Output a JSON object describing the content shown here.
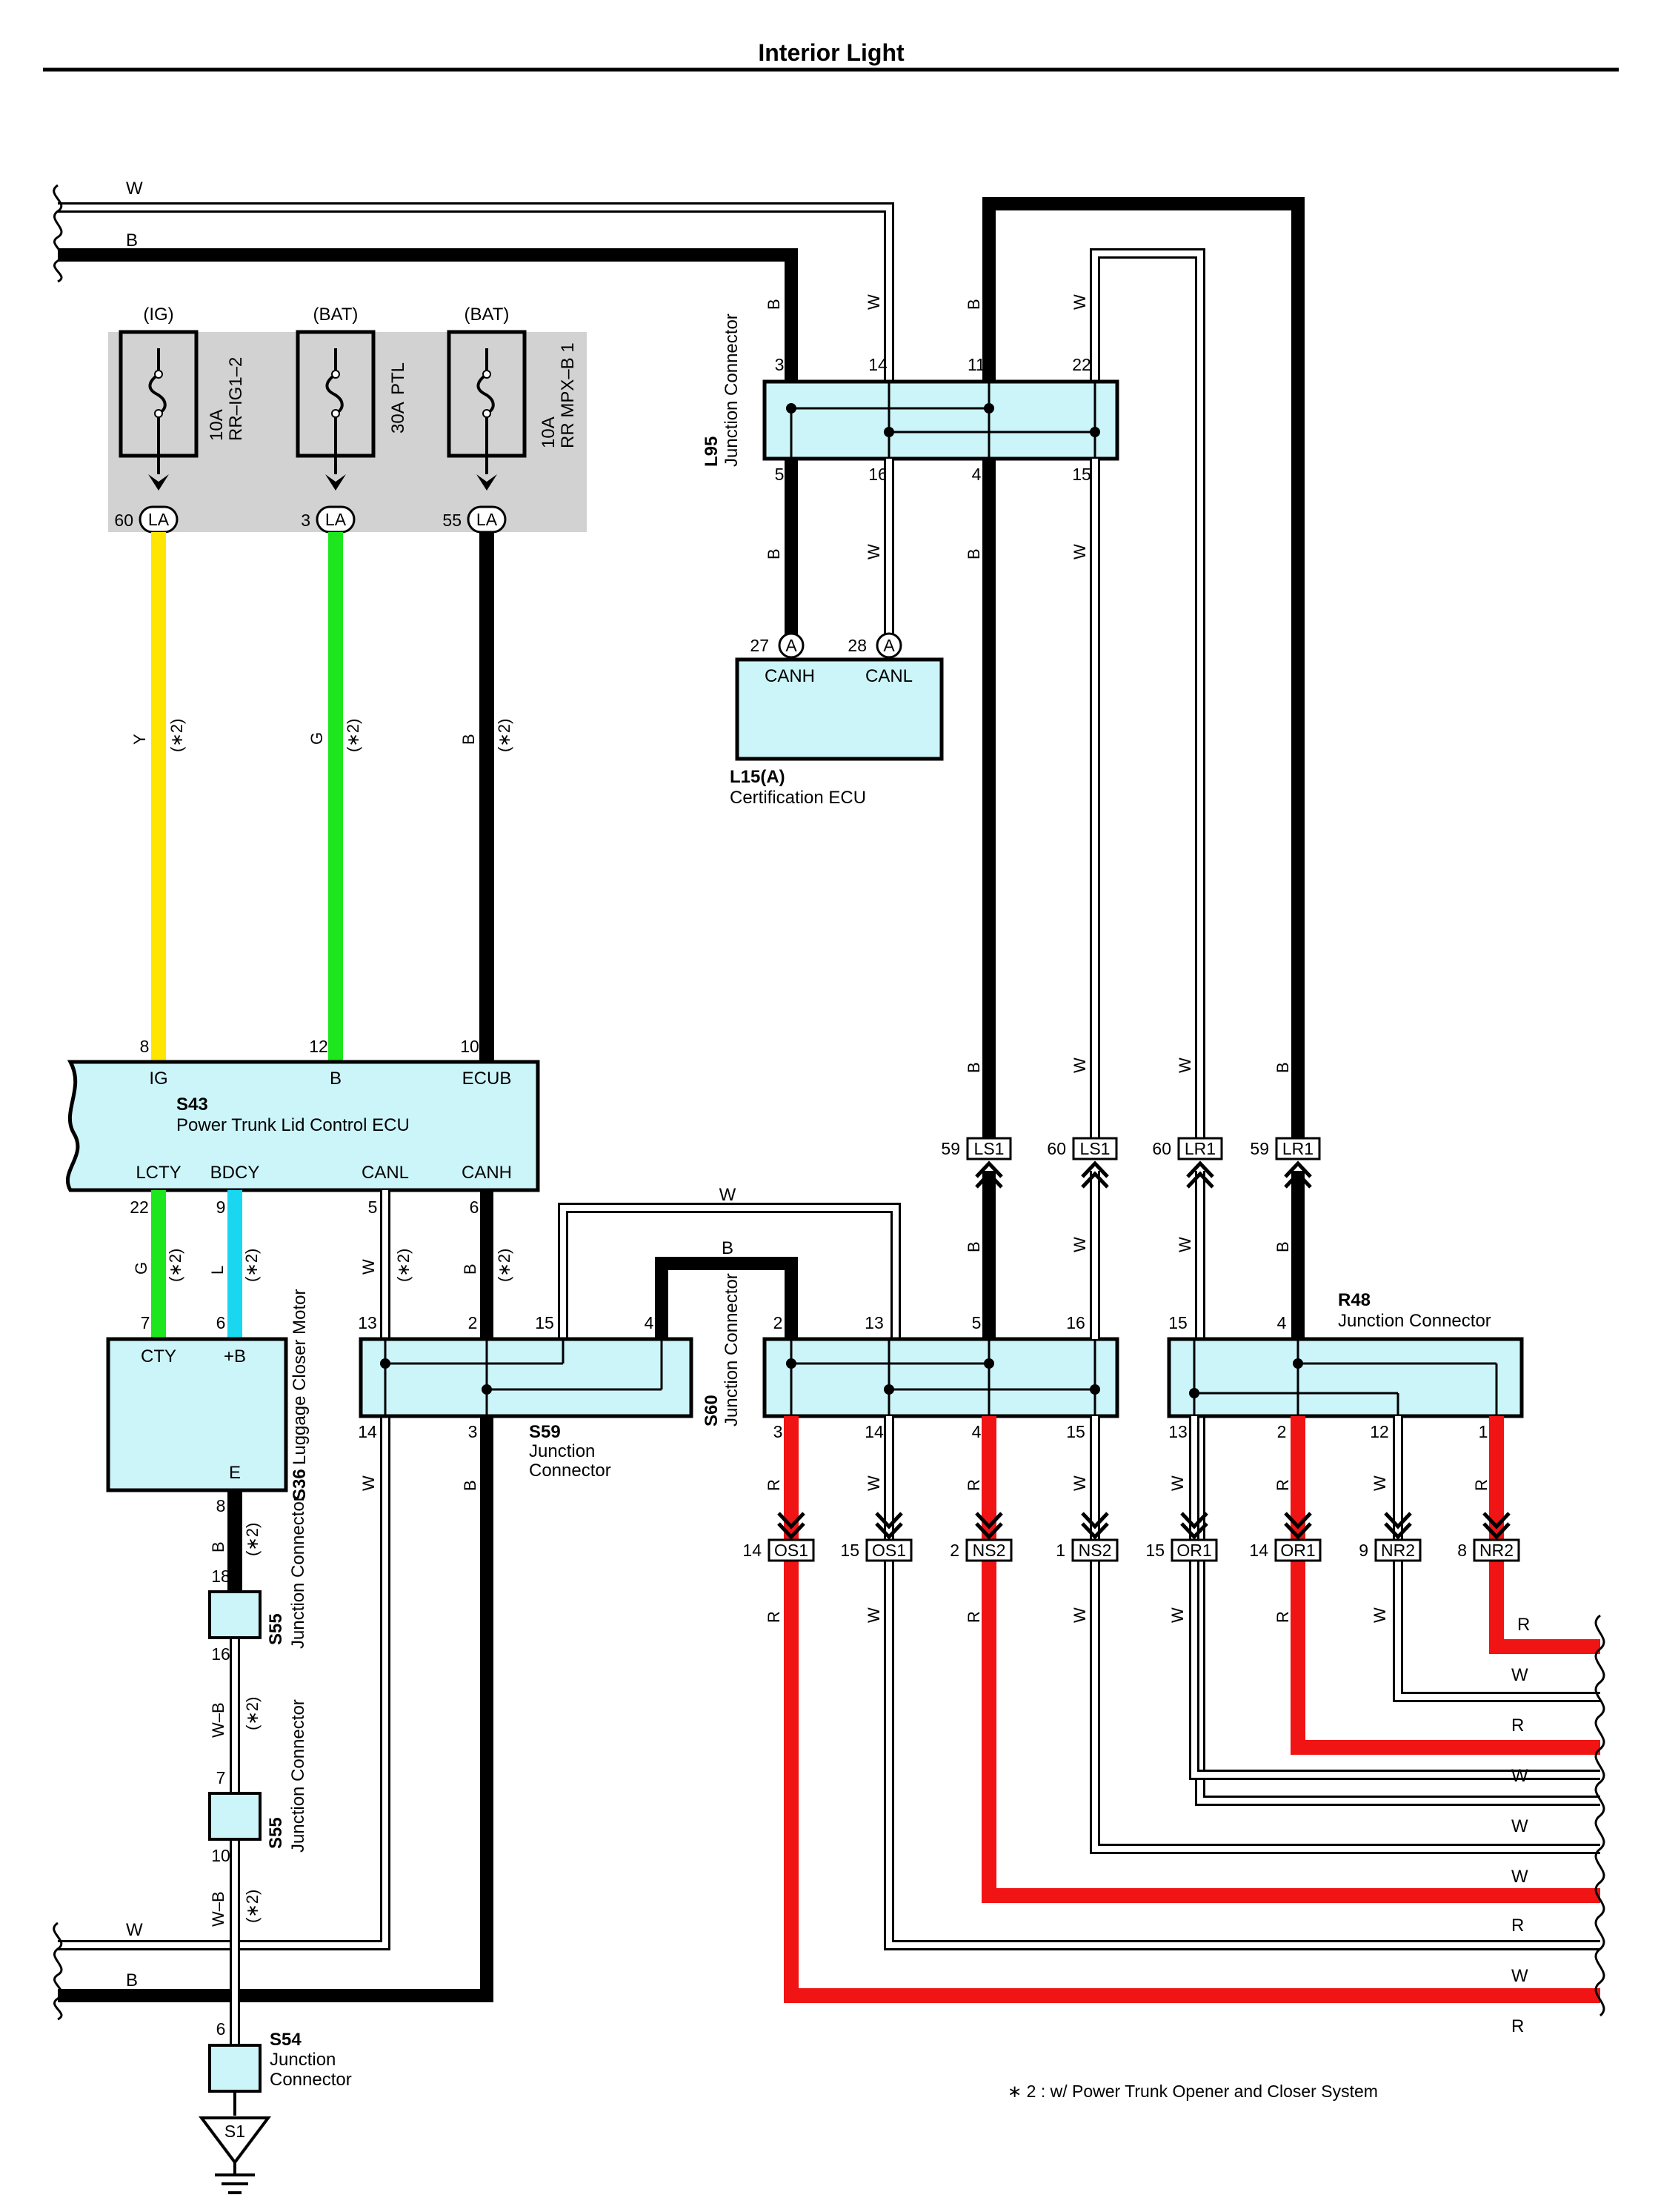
{
  "title": "Interior Light",
  "note": "∗ 2 : w/ Power Trunk Opener and Closer System",
  "wire_colors": {
    "B": "#000000",
    "W": "#ffffff",
    "Y": "#ffe600",
    "G": "#1ee61e",
    "L": "#19d7f0",
    "R": "#f01414",
    "W-B": "#ffffff"
  },
  "fuses": [
    {
      "source": "(IG)",
      "rating": "10A",
      "name": "RR–IG1–2",
      "pin": "60",
      "conn": "LA"
    },
    {
      "source": "(BAT)",
      "rating": "30A",
      "name": "PTL",
      "pin": "3",
      "conn": "LA"
    },
    {
      "source": "(BAT)",
      "rating": "10A",
      "name": "RR MPX–B 1",
      "pin": "55",
      "conn": "LA"
    }
  ],
  "fuse_wires": [
    {
      "color": "Y",
      "note": "(∗2)"
    },
    {
      "color": "G",
      "note": "(∗2)"
    },
    {
      "color": "B",
      "note": "(∗2)"
    }
  ],
  "l95": {
    "id": "L95",
    "desc": "Junction Connector",
    "top_pins": [
      "3",
      "14",
      "11",
      "22"
    ],
    "bottom_pins": [
      "5",
      "16",
      "4",
      "15"
    ],
    "top_colors": [
      "B",
      "W",
      "B",
      "W"
    ],
    "bottom_colors": [
      "B",
      "W",
      "B",
      "W"
    ]
  },
  "l15": {
    "id": "L15(A)",
    "desc": "Certification ECU",
    "pins": [
      "27",
      "28"
    ],
    "conn": "A",
    "terms": [
      "CANH",
      "CANL"
    ]
  },
  "s43": {
    "id": "S43",
    "desc": "Power Trunk Lid Control ECU",
    "top_pins": [
      "8",
      "12",
      "10"
    ],
    "top_terms": [
      "IG",
      "B",
      "ECUB"
    ],
    "bottom_terms": [
      "LCTY",
      "BDCY",
      "CANL",
      "CANH"
    ],
    "bottom_pins": [
      "22",
      "9",
      "5",
      "6"
    ]
  },
  "s43_wires": [
    {
      "color": "G",
      "note": "(∗2)"
    },
    {
      "color": "L",
      "note": "(∗2)"
    },
    {
      "color": "W",
      "note": "(∗2)"
    },
    {
      "color": "B",
      "note": "(∗2)"
    }
  ],
  "s36": {
    "id": "S36",
    "desc": "Luggage Closer Motor",
    "pins": [
      "7",
      "6"
    ],
    "terms": [
      "CTY",
      "+B",
      "E"
    ],
    "ground_pin": "8"
  },
  "s59": {
    "id": "S59",
    "desc1": "Junction",
    "desc2": "Connector",
    "top_pins": [
      "13",
      "2",
      "15",
      "4"
    ],
    "bottom_pins": [
      "14",
      "3"
    ],
    "bottom_colors": [
      "W",
      "B"
    ]
  },
  "s60": {
    "id": "S60",
    "desc": "Junction Connector",
    "top_pins": [
      "2",
      "13",
      "5",
      "16"
    ],
    "bottom_pins": [
      "3",
      "14",
      "4",
      "15"
    ],
    "bottom_colors": [
      "R",
      "W",
      "R",
      "W"
    ]
  },
  "r48": {
    "id": "R48",
    "desc": "Junction Connector",
    "top_pins": [
      "15",
      "4"
    ],
    "bottom_pins": [
      "13",
      "2",
      "12",
      "1"
    ],
    "bottom_colors": [
      "W",
      "R",
      "W",
      "R"
    ]
  },
  "up_connectors": [
    {
      "pin": "59",
      "name": "LS1",
      "color": "B"
    },
    {
      "pin": "60",
      "name": "LS1",
      "color": "W"
    },
    {
      "pin": "60",
      "name": "LR1",
      "color": "W"
    },
    {
      "pin": "59",
      "name": "LR1",
      "color": "B"
    }
  ],
  "down_connectors": [
    {
      "pin": "14",
      "name": "OS1",
      "color": "R"
    },
    {
      "pin": "15",
      "name": "OS1",
      "color": "W"
    },
    {
      "pin": "2",
      "name": "NS2",
      "color": "R"
    },
    {
      "pin": "1",
      "name": "NS2",
      "color": "W"
    },
    {
      "pin": "15",
      "name": "OR1",
      "color": "W"
    },
    {
      "pin": "14",
      "name": "OR1",
      "color": "R"
    },
    {
      "pin": "9",
      "name": "NR2",
      "color": "W"
    },
    {
      "pin": "8",
      "name": "NR2",
      "color": "R"
    }
  ],
  "right_exits": [
    "R",
    "W",
    "R",
    "W",
    "W",
    "W",
    "R",
    "W",
    "R"
  ],
  "left_exits": [
    "W",
    "B",
    "W",
    "B"
  ],
  "mid_labels": {
    "w_top": "W",
    "b_top": "B"
  },
  "ground": {
    "s55a": {
      "id": "S55",
      "desc": "Junction Connector",
      "top": "18",
      "bottom": "16"
    },
    "s55b": {
      "id": "S55",
      "desc": "Junction Connector",
      "top": "7",
      "bottom": "10"
    },
    "s54": {
      "id": "S54",
      "desc1": "Junction",
      "desc2": "Connector",
      "top": "6"
    },
    "s1": "S1",
    "wires": [
      {
        "color": "B",
        "note": "(∗2)"
      },
      {
        "color": "W–B",
        "note": "(∗2)"
      },
      {
        "color": "W–B",
        "note": "(∗2)"
      }
    ]
  }
}
